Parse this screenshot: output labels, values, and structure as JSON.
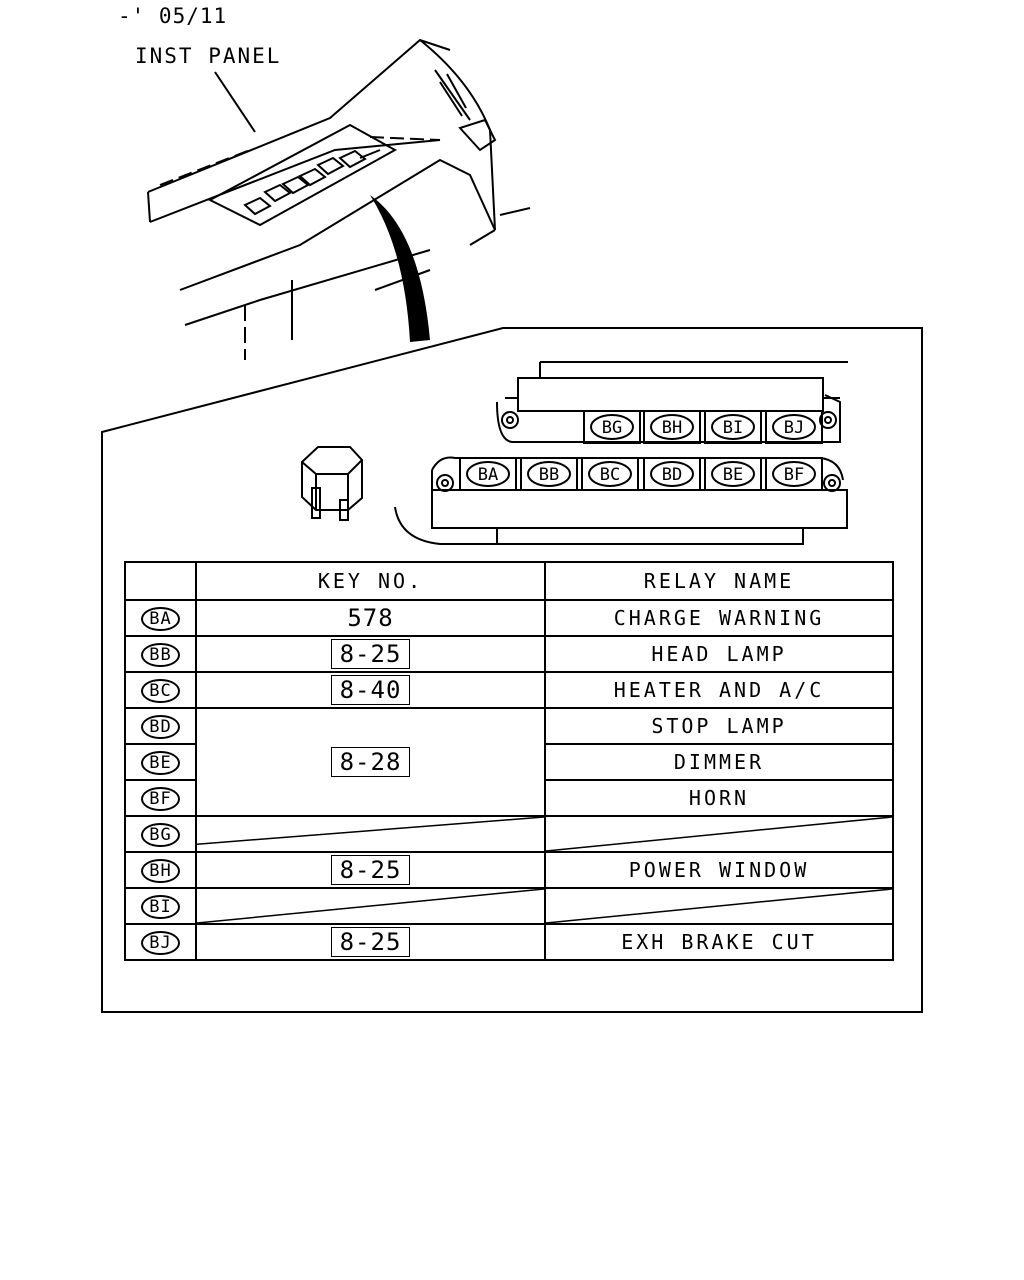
{
  "header": {
    "date_code": "-' 05/11",
    "panel_label": "INST PANEL"
  },
  "connectors": {
    "upper_row": [
      "BG",
      "BH",
      "BI",
      "BJ"
    ],
    "lower_row": [
      "BA",
      "BB",
      "BC",
      "BD",
      "BE",
      "BF"
    ]
  },
  "table": {
    "col_key": "KEY NO.",
    "col_relay": "RELAY NAME",
    "rows": [
      {
        "code": "BA",
        "key": "578",
        "key_boxed": false,
        "relay": "CHARGE WARNING"
      },
      {
        "code": "BB",
        "key": "8-25",
        "key_boxed": true,
        "relay": "HEAD LAMP"
      },
      {
        "code": "BC",
        "key": "8-40",
        "key_boxed": true,
        "relay": "HEATER AND A/C"
      },
      {
        "code": "BD",
        "key": "8-28",
        "key_boxed": true,
        "relay": "STOP LAMP"
      },
      {
        "code": "BE",
        "key": "",
        "key_boxed": false,
        "relay": "DIMMER"
      },
      {
        "code": "BF",
        "key": "",
        "key_boxed": false,
        "relay": "HORN"
      },
      {
        "code": "BG",
        "key": "",
        "key_boxed": false,
        "relay": ""
      },
      {
        "code": "BH",
        "key": "8-25",
        "key_boxed": true,
        "relay": "POWER WINDOW"
      },
      {
        "code": "BI",
        "key": "",
        "key_boxed": false,
        "relay": ""
      },
      {
        "code": "BJ",
        "key": "8-25",
        "key_boxed": true,
        "relay": "EXH BRAKE CUT"
      }
    ]
  }
}
